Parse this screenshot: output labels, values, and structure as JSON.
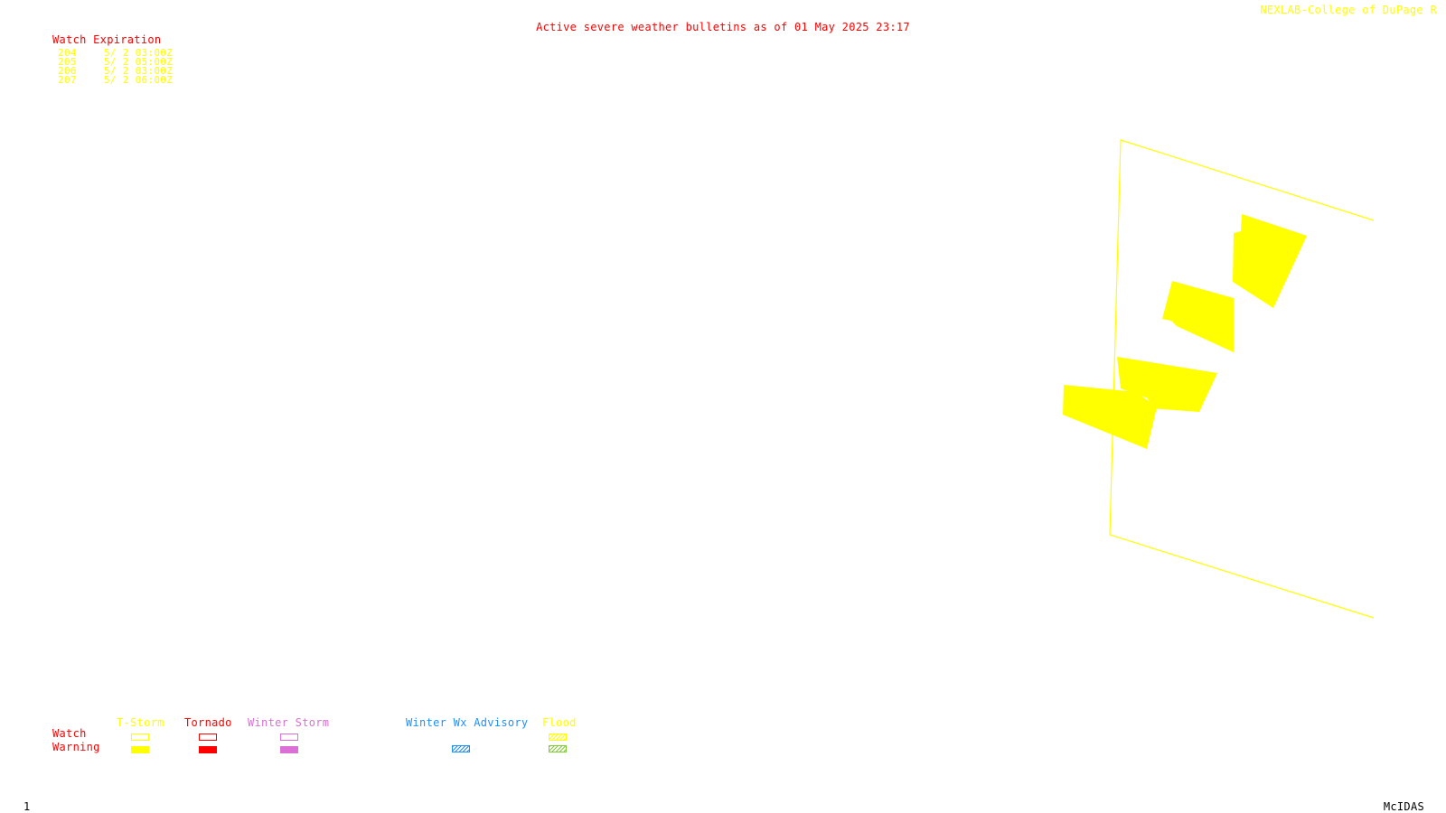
{
  "header": {
    "title": "Active severe weather bulletins as of 01 May 2025 23:17",
    "credit": "NEXLAB-College of DuPage R"
  },
  "watches": {
    "header": "Watch Expiration",
    "rows": [
      {
        "number": "204",
        "expiration": "5/ 2 03:00Z"
      },
      {
        "number": "205",
        "expiration": "5/ 2 05:00Z"
      },
      {
        "number": "206",
        "expiration": "5/ 2 03:00Z"
      },
      {
        "number": "207",
        "expiration": "5/ 2 06:00Z"
      }
    ]
  },
  "legend": {
    "row_watch": "Watch",
    "row_warning": "Warning",
    "categories": [
      {
        "label": "T-Storm",
        "color": "#ffff00",
        "watch_style": "outline",
        "warning_style": "solid"
      },
      {
        "label": "Tornado",
        "color": "#ff0000",
        "watch_style": "outline",
        "warning_style": "solid"
      },
      {
        "label": "Winter Storm",
        "color": "#da70d6",
        "watch_style": "outline",
        "warning_style": "solid"
      },
      {
        "label": "Winter Wx Advisory",
        "color": "#1e90ff",
        "watch_style": "none",
        "warning_style": "hatched"
      },
      {
        "label": "Flood",
        "color": "#ffff00",
        "watch_style": "hatched",
        "warning_style": "hatched-green"
      }
    ]
  },
  "footer": {
    "page": "1",
    "software": "McIDAS"
  },
  "colors": {
    "title": "#ff0000",
    "watch_text": "#ffff00",
    "watch_boundary": "#ffff00",
    "tstorm_warning_fill": "#ffff00",
    "flood_warning": "#7fcc33",
    "background": "#ffffff"
  }
}
